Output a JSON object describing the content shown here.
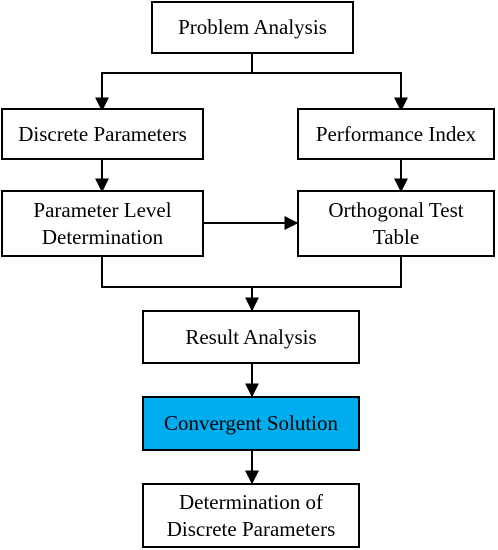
{
  "nodes": {
    "problem_analysis": "Problem Analysis",
    "discrete_parameters": "Discrete  Parameters",
    "performance_index": "Performance Index",
    "parameter_level_determination": "Parameter Level\nDetermination",
    "orthogonal_test_table": "Orthogonal Test\nTable",
    "result_analysis": "Result Analysis",
    "convergent_solution": "Convergent Solution",
    "determination_of_discrete_parameters": "Determination of\nDiscrete Parameters"
  },
  "colors": {
    "highlight": "#00aeef",
    "stroke": "#000000"
  }
}
